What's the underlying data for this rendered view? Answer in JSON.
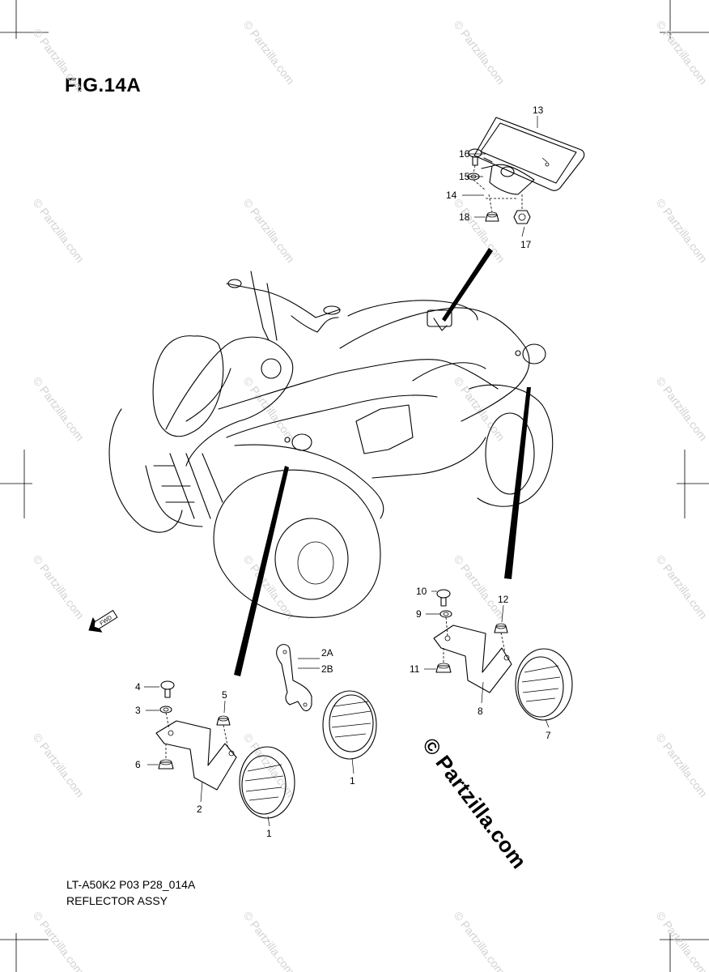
{
  "figure": {
    "title": "FIG.14A",
    "code": "LT-A50K2 P03 P28_014A",
    "name": "REFLECTOR ASSY",
    "stamp": "© Partzilla.com",
    "watermark_text": "© Partzilla.com",
    "fwd_label": "FWD"
  },
  "callouts": [
    "1",
    "1",
    "2",
    "2A",
    "2B",
    "3",
    "4",
    "5",
    "6",
    "7",
    "8",
    "9",
    "10",
    "11",
    "12",
    "13",
    "14",
    "15",
    "16",
    "17",
    "18"
  ]
}
